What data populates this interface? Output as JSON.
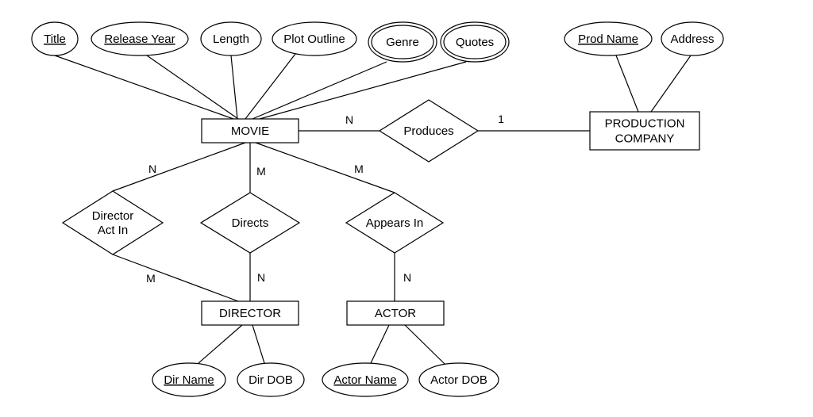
{
  "entities": [
    {
      "id": "movie",
      "lines": [
        "MOVIE"
      ]
    },
    {
      "id": "production-company",
      "lines": [
        "PRODUCTION",
        "COMPANY"
      ]
    },
    {
      "id": "director",
      "lines": [
        "DIRECTOR"
      ]
    },
    {
      "id": "actor",
      "lines": [
        "ACTOR"
      ]
    }
  ],
  "attributes": [
    {
      "id": "title",
      "label": "Title",
      "key": true,
      "multivalued": false
    },
    {
      "id": "release-year",
      "label": "Release Year",
      "key": true,
      "multivalued": false
    },
    {
      "id": "length",
      "label": "Length",
      "key": false,
      "multivalued": false
    },
    {
      "id": "plot-outline",
      "label": "Plot Outline",
      "key": false,
      "multivalued": false
    },
    {
      "id": "genre",
      "label": "Genre",
      "key": false,
      "multivalued": true
    },
    {
      "id": "quotes",
      "label": "Quotes",
      "key": false,
      "multivalued": true
    },
    {
      "id": "prod-name",
      "label": "Prod Name",
      "key": true,
      "multivalued": false
    },
    {
      "id": "address",
      "label": "Address",
      "key": false,
      "multivalued": false
    },
    {
      "id": "dir-name",
      "label": "Dir Name",
      "key": true,
      "multivalued": false
    },
    {
      "id": "dir-dob",
      "label": "Dir DOB",
      "key": false,
      "multivalued": false
    },
    {
      "id": "actor-name",
      "label": "Actor Name",
      "key": true,
      "multivalued": false
    },
    {
      "id": "actor-dob",
      "label": "Actor DOB",
      "key": false,
      "multivalued": false
    }
  ],
  "relationships": [
    {
      "id": "produces",
      "lines": [
        "Produces"
      ]
    },
    {
      "id": "director-act-in",
      "lines": [
        "Director",
        "Act In"
      ]
    },
    {
      "id": "directs",
      "lines": [
        "Directs"
      ]
    },
    {
      "id": "appears-in",
      "lines": [
        "Appears In"
      ]
    }
  ],
  "cardinalities": [
    {
      "id": "movie-produces",
      "label": "N"
    },
    {
      "id": "company-produces",
      "label": "1"
    },
    {
      "id": "movie-actin",
      "label": "N"
    },
    {
      "id": "movie-directs",
      "label": "M"
    },
    {
      "id": "movie-appears",
      "label": "M"
    },
    {
      "id": "director-actin",
      "label": "M"
    },
    {
      "id": "director-directs",
      "label": "N"
    },
    {
      "id": "actor-appears",
      "label": "N"
    }
  ]
}
